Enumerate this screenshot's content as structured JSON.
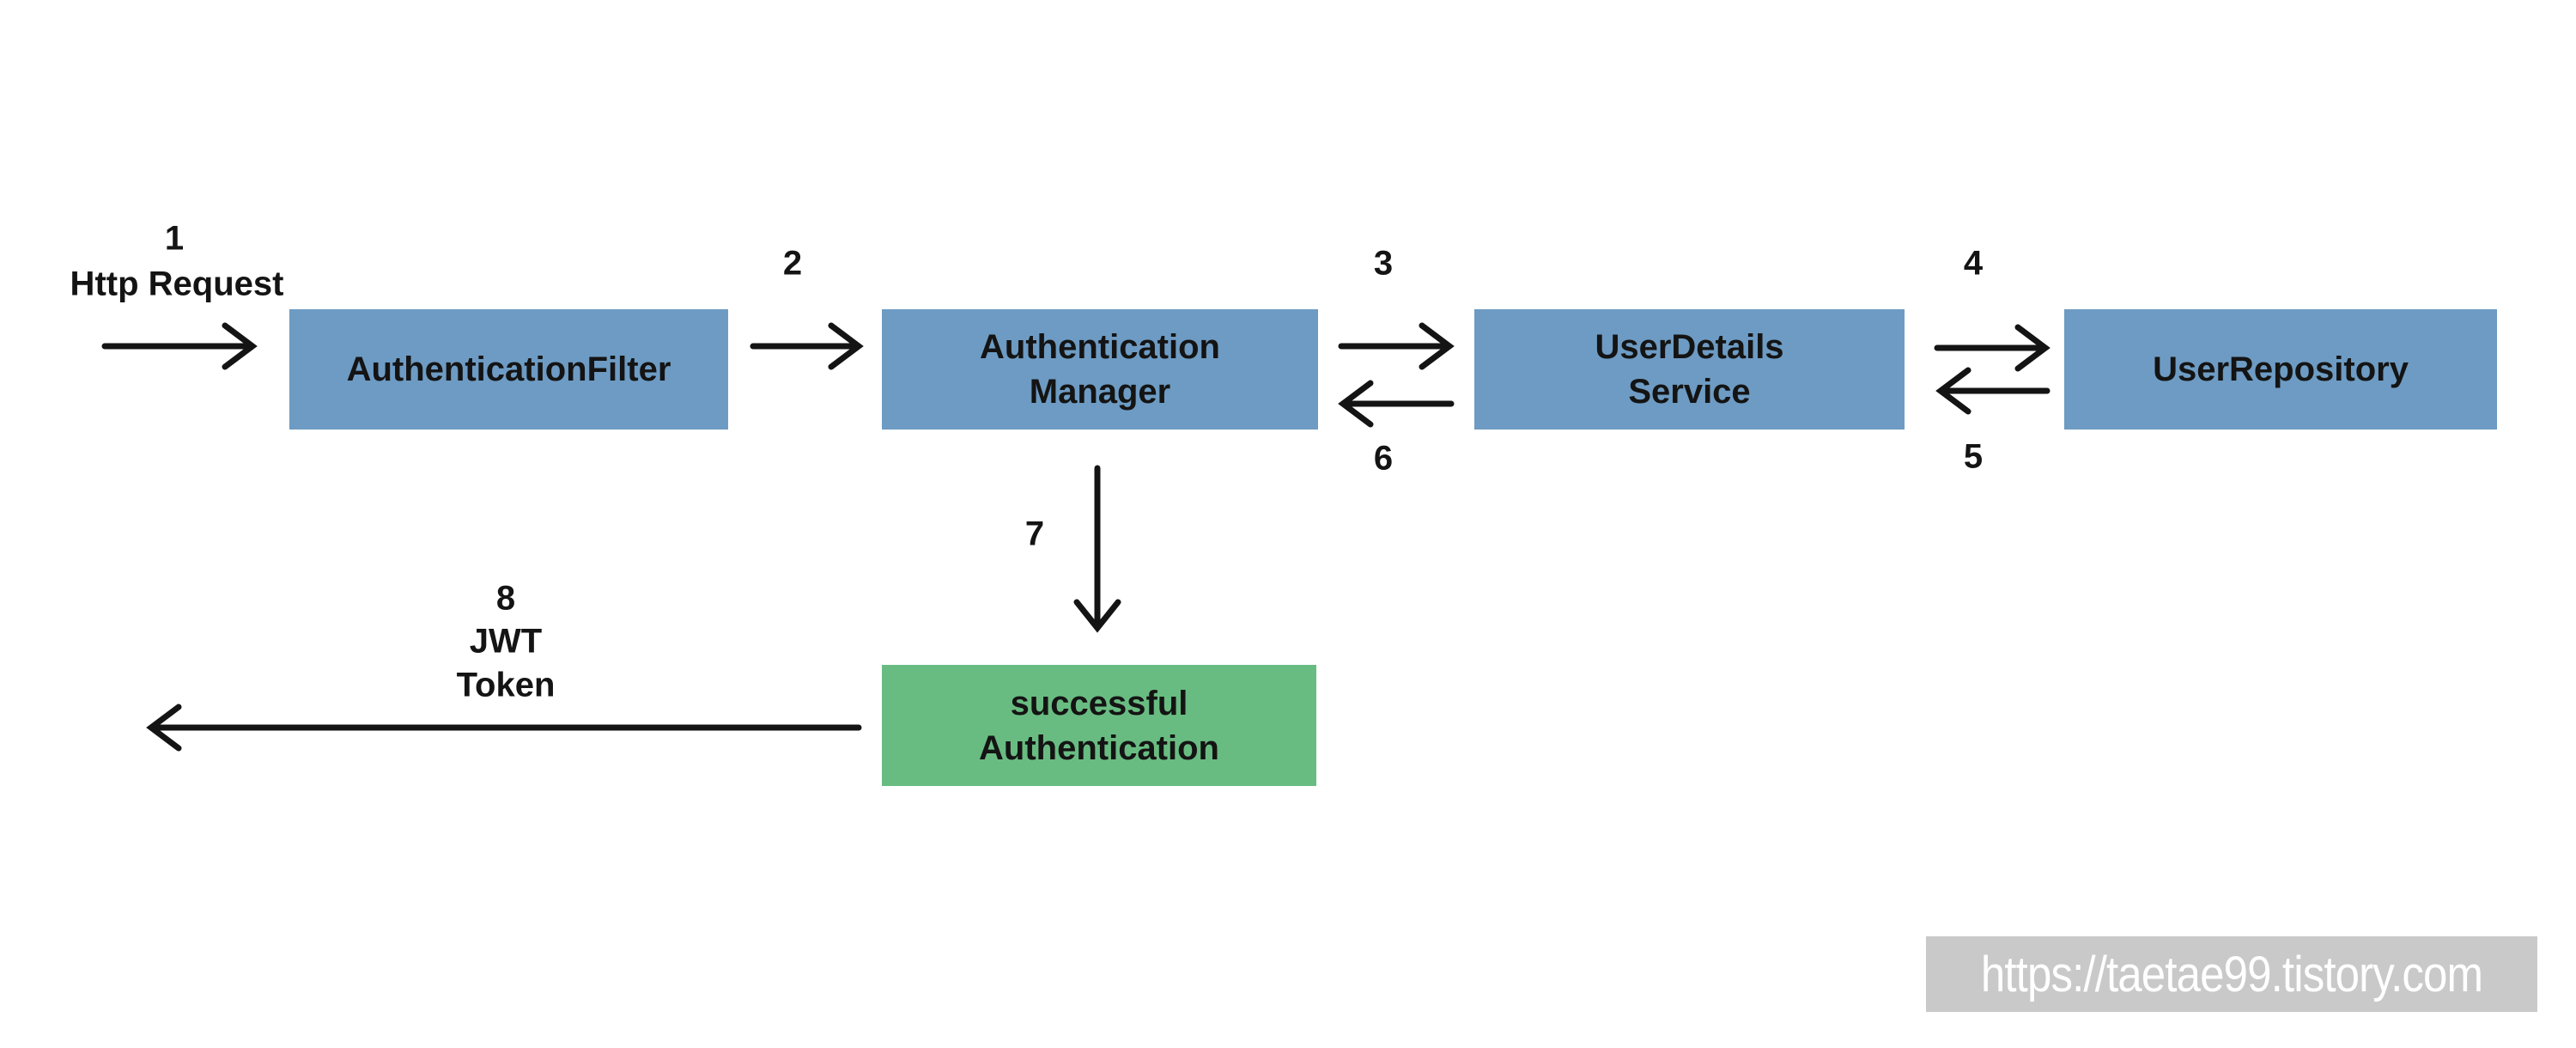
{
  "diagram": {
    "title_hint": "JWT authentication flow diagram",
    "colors": {
      "node_blue": "#6d9bc3",
      "node_green": "#69bc81",
      "arrow": "#141414",
      "background": "#ffffff",
      "watermark_bg": "#c9c9c9",
      "watermark_text": "#ffffff"
    },
    "nodes": [
      {
        "id": "authentication-filter",
        "line1": "AuthenticationFilter",
        "line2": ""
      },
      {
        "id": "authentication-manager",
        "line1": "Authentication",
        "line2": "Manager"
      },
      {
        "id": "user-details-service",
        "line1": "UserDetails",
        "line2": "Service"
      },
      {
        "id": "user-repository",
        "line1": "UserRepository",
        "line2": ""
      },
      {
        "id": "successful-authentication",
        "line1": "successful",
        "line2": "Authentication"
      }
    ],
    "labels": [
      {
        "id": "step-1-number",
        "text": "1"
      },
      {
        "id": "step-1-caption",
        "text": "Http Request"
      },
      {
        "id": "step-2-number",
        "text": "2"
      },
      {
        "id": "step-3-number",
        "text": "3"
      },
      {
        "id": "step-4-number",
        "text": "4"
      },
      {
        "id": "step-5-number",
        "text": "5"
      },
      {
        "id": "step-6-number",
        "text": "6"
      },
      {
        "id": "step-7-number",
        "text": "7"
      },
      {
        "id": "step-8-number",
        "text": "8"
      },
      {
        "id": "step-8-caption-line1",
        "text": "JWT"
      },
      {
        "id": "step-8-caption-line2",
        "text": "Token"
      }
    ]
  },
  "watermark": {
    "url_text": "https://taetae99.tistory.com"
  }
}
